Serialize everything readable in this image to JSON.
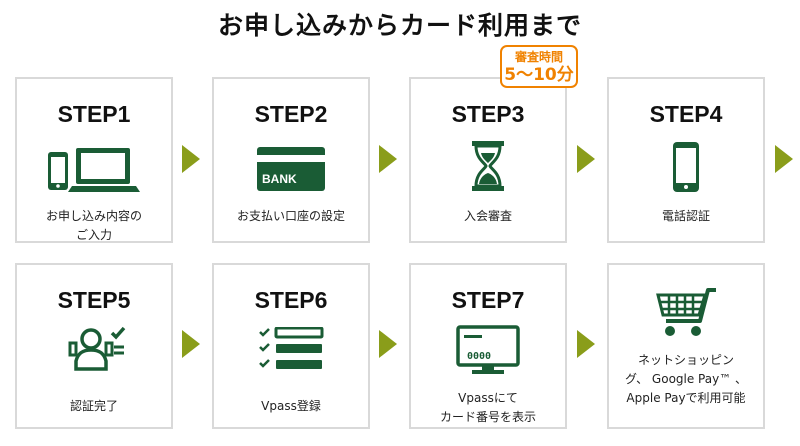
{
  "title": "お申し込みからカード利用まで",
  "brand_color": "#1a5c35",
  "arrow_color": "#8a9d1a",
  "badge_color": "#f08200",
  "badge": {
    "top": "審査時間",
    "main": "5〜10分"
  },
  "steps": [
    {
      "label": "STEP1",
      "icon": "devices-icon",
      "desc": "お申し込み内容の\nご入力"
    },
    {
      "label": "STEP2",
      "icon": "bank-card-icon",
      "card_text": "BANK",
      "desc": "お支払い口座の設定"
    },
    {
      "label": "STEP3",
      "icon": "hourglass-icon",
      "desc": "入会審査"
    },
    {
      "label": "STEP4",
      "icon": "smartphone-icon",
      "desc": "電話認証"
    },
    {
      "label": "STEP5",
      "icon": "user-verified-icon",
      "desc": "認証完了"
    },
    {
      "label": "STEP6",
      "icon": "checklist-icon",
      "desc": "Vpass登録"
    },
    {
      "label": "STEP7",
      "icon": "monitor-number-icon",
      "screen_text": "0000",
      "desc": "Vpassにて\nカード番号を表示"
    },
    {
      "label": "",
      "icon": "shopping-cart-icon",
      "desc": "ネットショッピン\nグ、 Google Pay™ 、\nApple Payで利用可能"
    }
  ]
}
